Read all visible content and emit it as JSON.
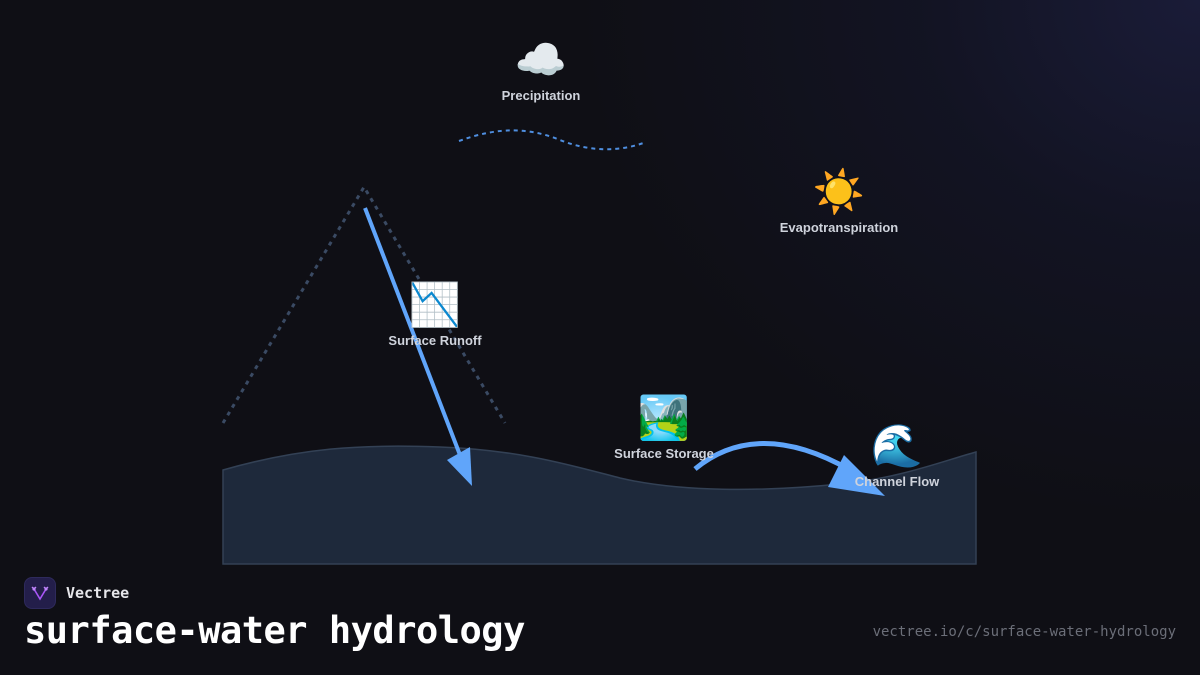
{
  "diagram": {
    "title": "surface-water hydrology",
    "nodes": [
      {
        "id": "precipitation",
        "icon": "☁️",
        "icon_name": "cloud-icon",
        "label": "Precipitation"
      },
      {
        "id": "evapotranspiration",
        "icon": "☀️",
        "icon_name": "sun-icon",
        "label": "Evapotranspiration"
      },
      {
        "id": "surface-runoff",
        "icon": "📉",
        "icon_name": "chart-decreasing-icon",
        "label": "Surface Runoff"
      },
      {
        "id": "surface-storage",
        "icon": "🏞️",
        "icon_name": "national-park-icon",
        "label": "Surface Storage"
      },
      {
        "id": "channel-flow",
        "icon": "🌊",
        "icon_name": "water-wave-icon",
        "label": "Channel Flow"
      }
    ],
    "edges": [
      {
        "from": "surface-runoff",
        "to": "ground",
        "style": "solid-arrow"
      },
      {
        "from": "surface-storage",
        "to": "channel-flow",
        "style": "curved-arrow"
      }
    ],
    "colors": {
      "arrow": "#60a5fa",
      "rain_dash": "#4f8fe0",
      "hill_dash": "#3a4a63",
      "ground_fill": "#1e293b",
      "ground_stroke": "#334155",
      "background": "#0f0f15"
    }
  },
  "footer": {
    "brand_name": "Vectree",
    "title": "surface-water hydrology",
    "url": "vectree.io/c/surface-water-hydrology"
  }
}
